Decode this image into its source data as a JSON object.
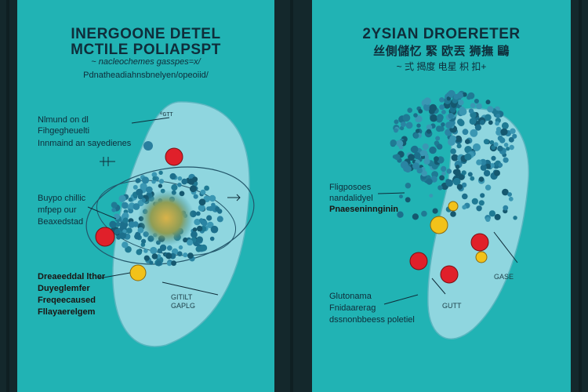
{
  "colors": {
    "background": "#21b3b4",
    "frame": "#14282c",
    "cell": "#8fd6df",
    "cluster": "#1c6f8c",
    "red_particle": "#e0202a",
    "yellow_particle": "#f2c21a"
  },
  "left_panel": {
    "title_line1": "INERGOONE DETEL",
    "title_line2": "MCTILE POLIAPSPT",
    "subtitle_line1": "~ nacleochemes gasspes=x/",
    "subtitle_line2": "Pdnatheadiahnsbnelyen/opeoiid/",
    "top_tag": "ᵉɢᴛᴛ",
    "labels_upper": [
      "Nlmund on dl",
      "Fihgegheuelti",
      "Innmaind an sayedienes"
    ],
    "labels_middle": [
      "Buypo chillic",
      "mfpep our",
      "Beaxedstad"
    ],
    "labels_lower": [
      "Dreaeeddal lther",
      "Duyeglemfer",
      "Freqeecaused",
      "Fllayaerelgem"
    ],
    "bottom_tag_line1": "GITILT",
    "bottom_tag_line2": "GAPLG"
  },
  "right_panel": {
    "title_line1": "2YSIAN DROERETER",
    "title_line2": "丝側儲忆 緊 欧丟 狮撫 鷗",
    "subtitle": "~ 弍 揭度 电星 枳 扣+",
    "labels_middle": [
      "Fligposoes",
      "nandalidyel",
      "Pnaeseninnginin"
    ],
    "labels_lower": [
      "Glutonama",
      "Fnidaarerag",
      "dssnonbbeess poletiel"
    ],
    "tag_right": "GASE",
    "tag_bottom": "GUTT"
  }
}
